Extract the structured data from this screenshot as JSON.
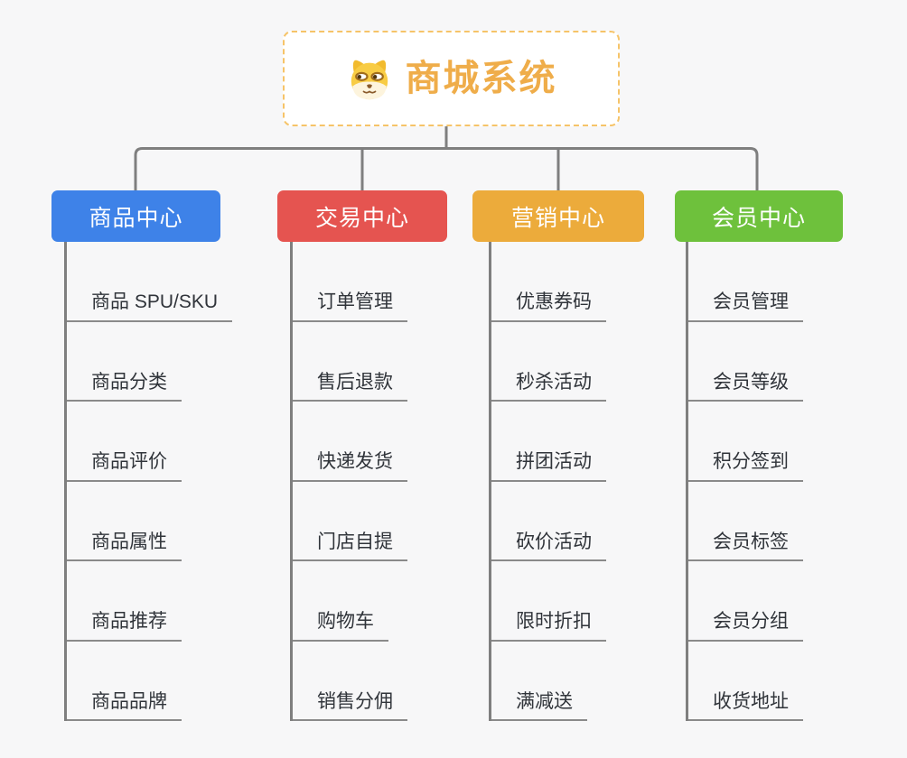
{
  "root": {
    "title": "商城系统",
    "icon": "dog-face-icon",
    "title_color": "#efad4a",
    "border_color": "#f6c469"
  },
  "branches": [
    {
      "label": "商品中心",
      "color": "#3e82e8",
      "items": [
        "商品 SPU/SKU",
        "商品分类",
        "商品评价",
        "商品属性",
        "商品推荐",
        "商品品牌"
      ]
    },
    {
      "label": "交易中心",
      "color": "#e55450",
      "items": [
        "订单管理",
        "售后退款",
        "快递发货",
        "门店自提",
        "购物车",
        "销售分佣"
      ]
    },
    {
      "label": "营销中心",
      "color": "#ecab3b",
      "items": [
        "优惠券码",
        "秒杀活动",
        "拼团活动",
        "砍价活动",
        "限时折扣",
        "满减送"
      ]
    },
    {
      "label": "会员中心",
      "color": "#6ec13c",
      "items": [
        "会员管理",
        "会员等级",
        "积分签到",
        "会员标签",
        "会员分组",
        "收货地址"
      ]
    }
  ],
  "connector_color": "#7f7f7f",
  "background_color": "#f7f7f8"
}
